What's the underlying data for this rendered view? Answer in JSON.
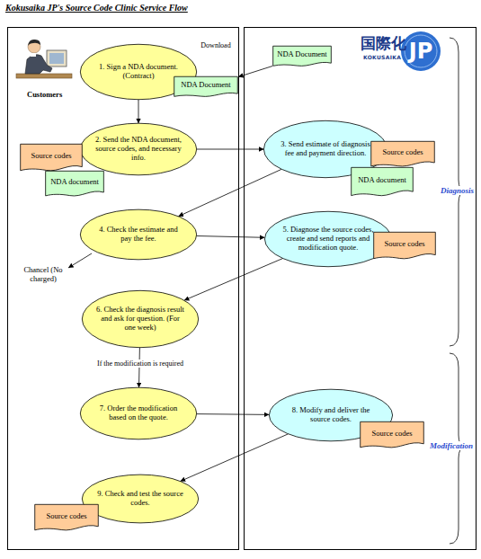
{
  "diagram": {
    "title": "Kokusaika JP's Source Code Clinic Service Flow",
    "nodes": [
      {
        "text": [
          "1. Sign a NDA document. (Contract)"
        ]
      },
      {
        "text": [
          "NDA Document"
        ]
      },
      {
        "text": [
          "NDA Document"
        ]
      },
      {
        "text": [
          "2. Send the NDA document, source codes, and necessary info."
        ]
      },
      {
        "text": [
          "3. Send estimate of diagnosis fee and payment direction."
        ]
      },
      {
        "text": [
          "Source codes"
        ]
      },
      {
        "text": [
          "Source codes"
        ]
      },
      {
        "text": [
          "NDA document"
        ]
      },
      {
        "text": [
          "NDA document"
        ]
      },
      {
        "text": [
          "4. Check the estimate and pay the fee."
        ]
      },
      {
        "text": [
          "5. Diagnose the source codes, create and send reports and modification quote."
        ]
      },
      {
        "text": [
          "Source codes"
        ]
      },
      {
        "text": [
          "6. Check the diagnosis result and ask for question. (For one week)"
        ]
      },
      {
        "text": [
          "7. Order the modification based on the quote."
        ]
      },
      {
        "text": [
          "8. Modify and deliver the source codes."
        ]
      },
      {
        "text": [
          "Source codes"
        ]
      },
      {
        "text": [
          "9. Check and test the source codes."
        ]
      },
      {
        "text": [
          "Source codes"
        ]
      }
    ],
    "edges": [
      {
        "from": 1,
        "to": 2,
        "arrow": "to",
        "label": "Download"
      },
      {
        "from": 0,
        "to": 3,
        "arrow": "to"
      },
      {
        "from": 3,
        "to": 4,
        "arrow": "to"
      },
      {
        "from": 4,
        "to": 9,
        "arrow": "to"
      },
      {
        "from": 9,
        "to": 10,
        "arrow": "to"
      },
      {
        "from": 10,
        "to": 12,
        "arrow": "to"
      },
      {
        "from": 12,
        "to": 13,
        "arrow": "to",
        "label": "If the modification is required"
      },
      {
        "from": 13,
        "to": 14,
        "arrow": "to"
      },
      {
        "from": 14,
        "to": 16,
        "arrow": "to"
      }
    ],
    "labels": [
      "Customers",
      "国際化",
      "KOKUSAIKA",
      "JP",
      "Diagnosis",
      "Modification",
      "Chancel (No charged)"
    ]
  }
}
